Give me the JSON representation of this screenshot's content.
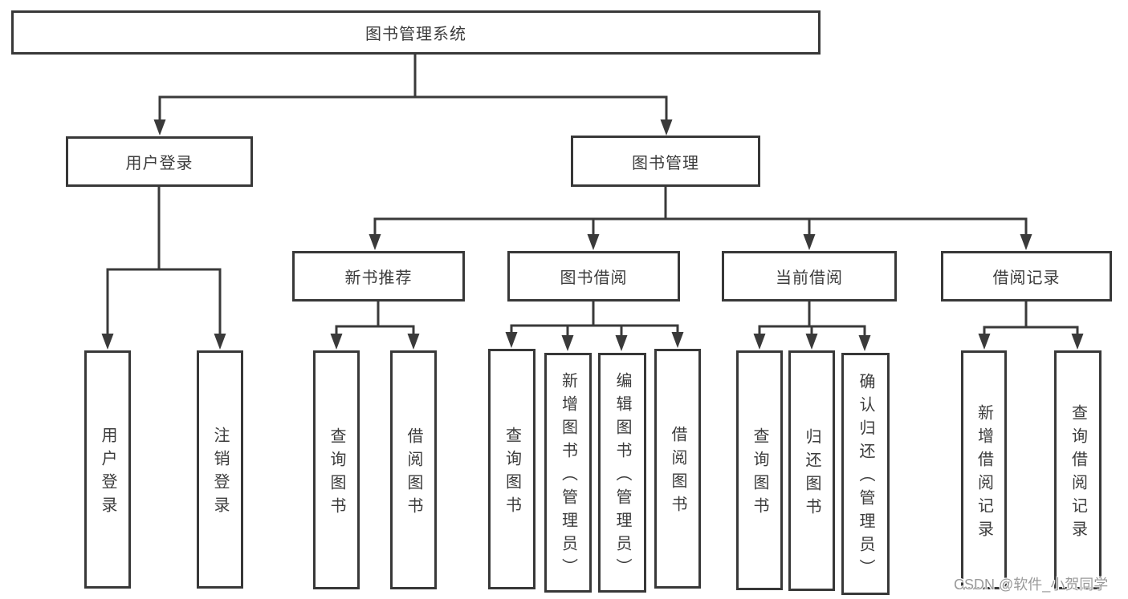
{
  "diagram": {
    "root": {
      "label": "图书管理系统"
    },
    "level2": [
      {
        "label": "用户登录"
      },
      {
        "label": "图书管理"
      }
    ],
    "level3": [
      {
        "label": "新书推荐"
      },
      {
        "label": "图书借阅"
      },
      {
        "label": "当前借阅"
      },
      {
        "label": "借阅记录"
      }
    ],
    "groups": {
      "user_login": {
        "children": [
          "用户登录",
          "注销登录"
        ]
      },
      "new_book_recommend": {
        "children": [
          "查询图书",
          "借阅图书"
        ]
      },
      "book_borrowing": {
        "children": [
          "查询图书",
          "新增图书（管理员）",
          "编辑图书（管理员）",
          "借阅图书"
        ]
      },
      "current_borrowing": {
        "children": [
          "查询图书",
          "归还图书",
          "确认归还（管理员）"
        ]
      },
      "borrow_records": {
        "children": [
          "新增借阅记录",
          "查询借阅记录"
        ]
      }
    }
  },
  "watermark": {
    "text": "CSDN @软件_小贺同学"
  },
  "colors": {
    "line": "#3a3a3a",
    "box_border": "#383838",
    "text": "#3c3c3c",
    "watermark": "#9a9a9a",
    "background": "#ffffff"
  }
}
